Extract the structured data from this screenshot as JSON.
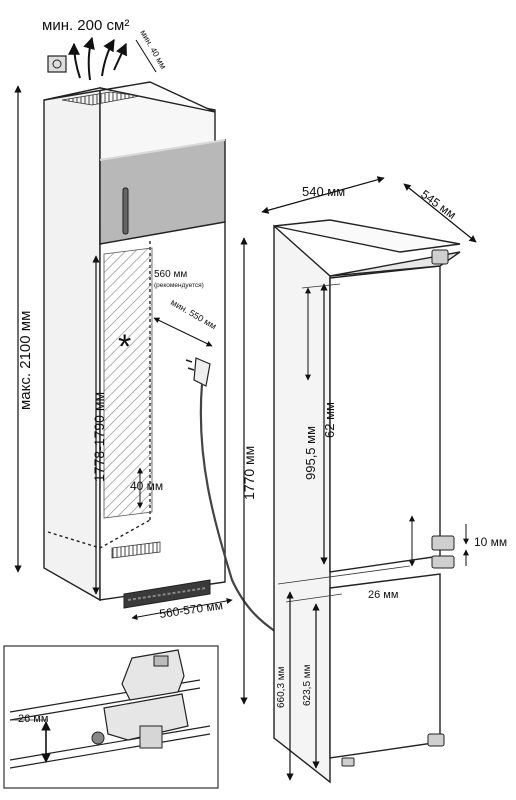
{
  "labels": {
    "vent_area": "мин. 200 см²",
    "vent_gap": "мин. 40 мм",
    "niche_height_max": "макс. 2100 мм",
    "niche_inner_height": "1778-1790 мм",
    "niche_depth_recommended": "560 мм",
    "niche_depth_note": "(рекомендуется)",
    "niche_depth_min": "мин. 550 мм",
    "side_gap": "40 мм",
    "niche_width": "560-570 мм",
    "appliance_width": "540 мм",
    "appliance_depth": "545 мм",
    "appliance_height": "1770 мм",
    "upper_section": "995,5 мм",
    "hinge_offset": "62 мм",
    "hinge_gap": "10 мм",
    "middle_offset": "26 мм",
    "lower_a": "660,3 мм",
    "lower_b": "623,5 мм",
    "detail_offset": "26 мм",
    "asterisk": "*"
  },
  "icons": [
    "vent-arrows-icon",
    "power-socket-icon",
    "power-plug-icon",
    "door-handle-icon",
    "hinge-icon"
  ],
  "colors": {
    "line": "#222222",
    "panel": "#b8b8b8",
    "hatch": "#8a8a8a",
    "vent": "#3a3a3a"
  }
}
